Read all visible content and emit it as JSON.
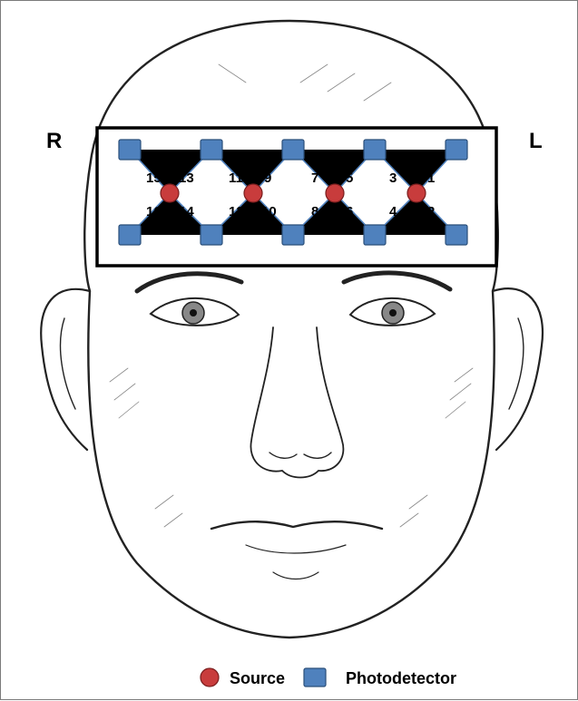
{
  "figure": {
    "side_labels": {
      "right": "R",
      "left": "L"
    },
    "legend": {
      "source_label": "Source",
      "detector_label": "Photodetector",
      "source_color": "#c83c3c",
      "detector_color": "#4f81bd"
    },
    "channels": [
      "1",
      "2",
      "3",
      "4",
      "5",
      "6",
      "7",
      "8",
      "9",
      "10",
      "11",
      "12",
      "13",
      "14",
      "15",
      "16"
    ]
  }
}
